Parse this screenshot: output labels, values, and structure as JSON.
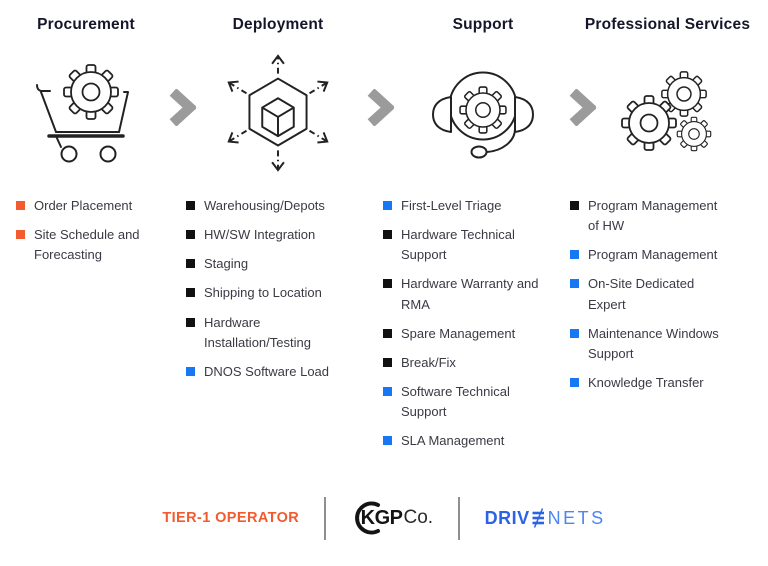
{
  "colors": {
    "orange": "#F15B2D",
    "blue": "#1877F2",
    "black": "#111111",
    "chevron": "#9B9B9B",
    "drive_dark": "#2B62E8",
    "drive_light": "#4C86F0",
    "kgp_black": "#141414",
    "divider": "#8F8F8F"
  },
  "columns": [
    {
      "title": "Procurement",
      "icon": "cart-gear-icon",
      "items": [
        {
          "label": "Order Placement",
          "color": "orange"
        },
        {
          "label": "Site Schedule and Forecasting",
          "color": "orange"
        }
      ]
    },
    {
      "title": "Deployment",
      "icon": "distribution-cube-icon",
      "items": [
        {
          "label": "Warehousing/Depots",
          "color": "black"
        },
        {
          "label": "HW/SW Integration",
          "color": "black"
        },
        {
          "label": "Staging",
          "color": "black"
        },
        {
          "label": "Shipping to Location",
          "color": "black"
        },
        {
          "label": "Hardware Installation/Testing",
          "color": "black"
        },
        {
          "label": "DNOS Software Load",
          "color": "blue"
        }
      ]
    },
    {
      "title": "Support",
      "icon": "headset-gear-icon",
      "items": [
        {
          "label": "First-Level Triage",
          "color": "blue"
        },
        {
          "label": "Hardware Technical Support",
          "color": "black"
        },
        {
          "label": "Hardware Warranty and RMA",
          "color": "black"
        },
        {
          "label": "Spare Management",
          "color": "black"
        },
        {
          "label": "Break/Fix",
          "color": "black"
        },
        {
          "label": "Software Technical Support",
          "color": "blue"
        },
        {
          "label": "SLA Management",
          "color": "blue"
        }
      ]
    },
    {
      "title": "Professional Services",
      "icon": "gears-trio-icon",
      "items": [
        {
          "label": "Program Management of HW",
          "color": "black"
        },
        {
          "label": "Program Management",
          "color": "blue"
        },
        {
          "label": "On-Site Dedicated Expert",
          "color": "blue"
        },
        {
          "label": "Maintenance Windows Support",
          "color": "blue"
        },
        {
          "label": "Knowledge Transfer",
          "color": "blue"
        }
      ]
    }
  ],
  "footer": {
    "operator_label": "TIER-1 OPERATOR",
    "kgp_name": "KGP",
    "kgp_suffix": "Co.",
    "drivenets_prefix": "DRIV",
    "drivenets_suffix": "NETS"
  }
}
